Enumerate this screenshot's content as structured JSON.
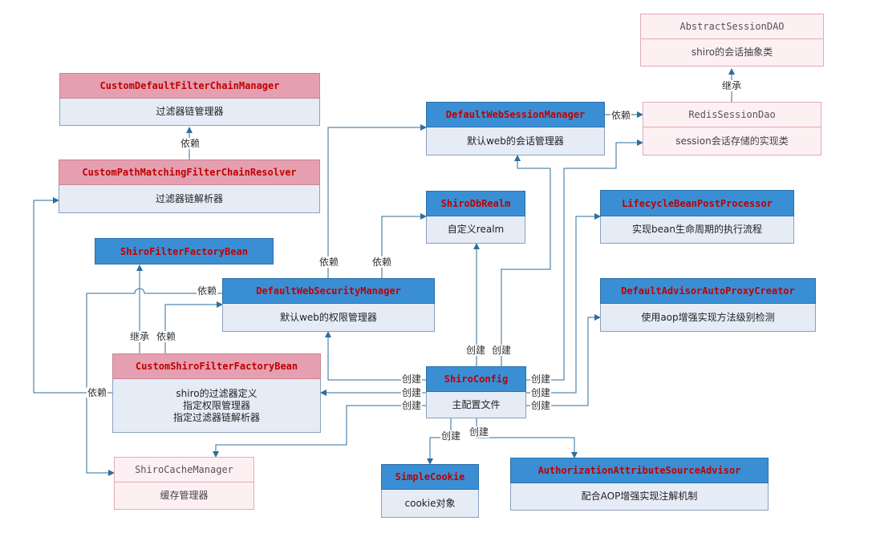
{
  "nodes": {
    "abstract_session_dao": {
      "title": "AbstractSessionDAO",
      "desc": [
        "shiro的会话抽象类"
      ]
    },
    "custom_default_filter_chain_manager": {
      "title": "CustomDefaultFilterChainManager",
      "desc": [
        "过滤器链管理器"
      ]
    },
    "default_web_session_manager": {
      "title": "DefaultWebSessionManager",
      "desc": [
        "默认web的会话管理器"
      ]
    },
    "redis_session_dao": {
      "title": "RedisSessionDao",
      "desc": [
        "session会话存储的实现类"
      ]
    },
    "custom_path_matching_resolver": {
      "title": "CustomPathMatchingFilterChainResolver",
      "desc": [
        "过滤器链解析器"
      ]
    },
    "shiro_db_realm": {
      "title": "ShiroDbRealm",
      "desc": [
        "自定义realm"
      ]
    },
    "lifecycle_bean_post_processor": {
      "title": "LifecycleBeanPostProcessor",
      "desc": [
        "实现bean生命周期的执行流程"
      ]
    },
    "shiro_filter_factory_bean": {
      "title": "ShiroFilterFactoryBean",
      "desc": []
    },
    "default_web_security_manager": {
      "title": "DefaultWebSecurityManager",
      "desc": [
        "默认web的权限管理器"
      ]
    },
    "default_advisor_auto_proxy_creator": {
      "title": "DefaultAdvisorAutoProxyCreator",
      "desc": [
        "使用aop增强实现方法级别检测"
      ]
    },
    "custom_shiro_filter_factory_bean": {
      "title": "CustomShiroFilterFactoryBean",
      "desc": [
        "shiro的过滤器定义",
        "指定权限管理器",
        "指定过滤器链解析器"
      ]
    },
    "shiro_config": {
      "title": "ShiroConfig",
      "desc": [
        "主配置文件"
      ]
    },
    "shiro_cache_manager": {
      "title": "ShiroCacheManager",
      "desc": [
        "缓存管理器"
      ]
    },
    "simple_cookie": {
      "title": "SimpleCookie",
      "desc": [
        "cookie对象"
      ]
    },
    "authorization_attribute_source_advisor": {
      "title": "AuthorizationAttributeSourceAdvisor",
      "desc": [
        "配合AOP增强实现注解机制"
      ]
    }
  },
  "edge_labels": {
    "inherit": "继承",
    "depend": "依赖",
    "create": "创建"
  },
  "colors": {
    "edge": "#2e6e9e",
    "blue_header": "#3a8fd4",
    "pink_header": "#e59fb0",
    "title_red": "#c00000",
    "body_bg": "#e6ecf6"
  }
}
